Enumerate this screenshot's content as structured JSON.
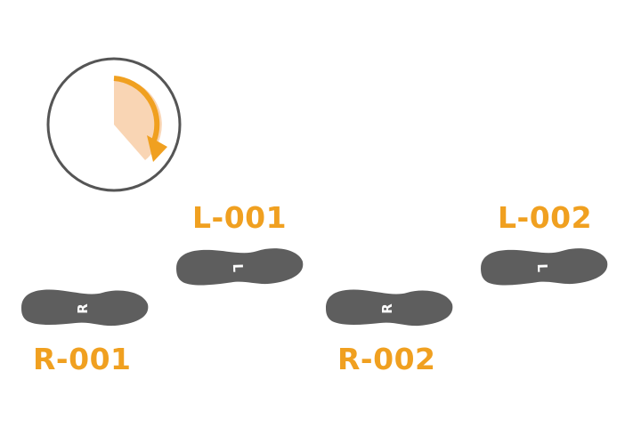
{
  "colors": {
    "accent": "#F0A020",
    "wedge": "#F9D5B4",
    "footprint": "#5E5E5E",
    "footprint_letter": "#FFFFFF",
    "ring": "#555555"
  },
  "icon": {
    "name": "clockwise-rotation-icon"
  },
  "footprints": [
    {
      "label": "L-001",
      "letter": "L"
    },
    {
      "label": "R-001",
      "letter": "R"
    },
    {
      "label": "L-002",
      "letter": "L"
    },
    {
      "label": "R-002",
      "letter": "R"
    }
  ]
}
